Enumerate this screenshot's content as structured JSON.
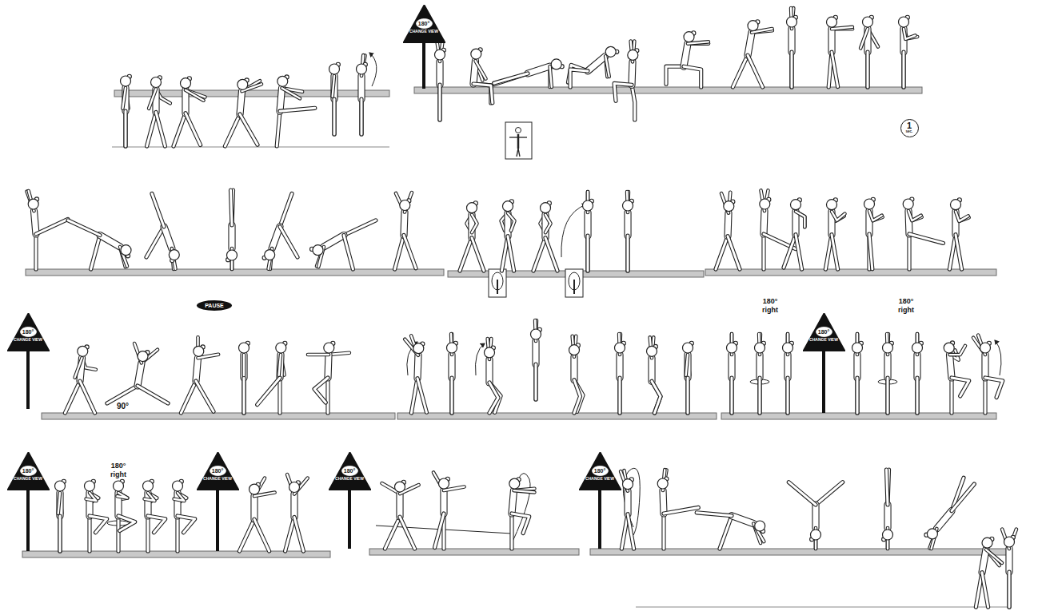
{
  "diagram": {
    "nodes": [
      {
        "text": [
          "180°",
          "CHANGE VIEW"
        ]
      },
      {
        "text": [
          "1",
          "sec."
        ]
      },
      {
        "text": [
          "180°",
          "CHANGE VIEW"
        ]
      },
      {
        "text": [
          "PAUSE"
        ]
      },
      {
        "text": [
          "180°",
          "CHANGE VIEW"
        ]
      },
      {
        "text": [
          "180°",
          "CHANGE VIEW"
        ]
      },
      {
        "text": [
          "180°",
          "CHANGE VIEW"
        ]
      },
      {
        "text": [
          "180°",
          "CHANGE VIEW"
        ]
      },
      {
        "text": [
          "180°",
          "CHANGE VIEW"
        ]
      }
    ],
    "labels": [
      "90°",
      "180° right",
      "180° right",
      "180° right"
    ]
  }
}
